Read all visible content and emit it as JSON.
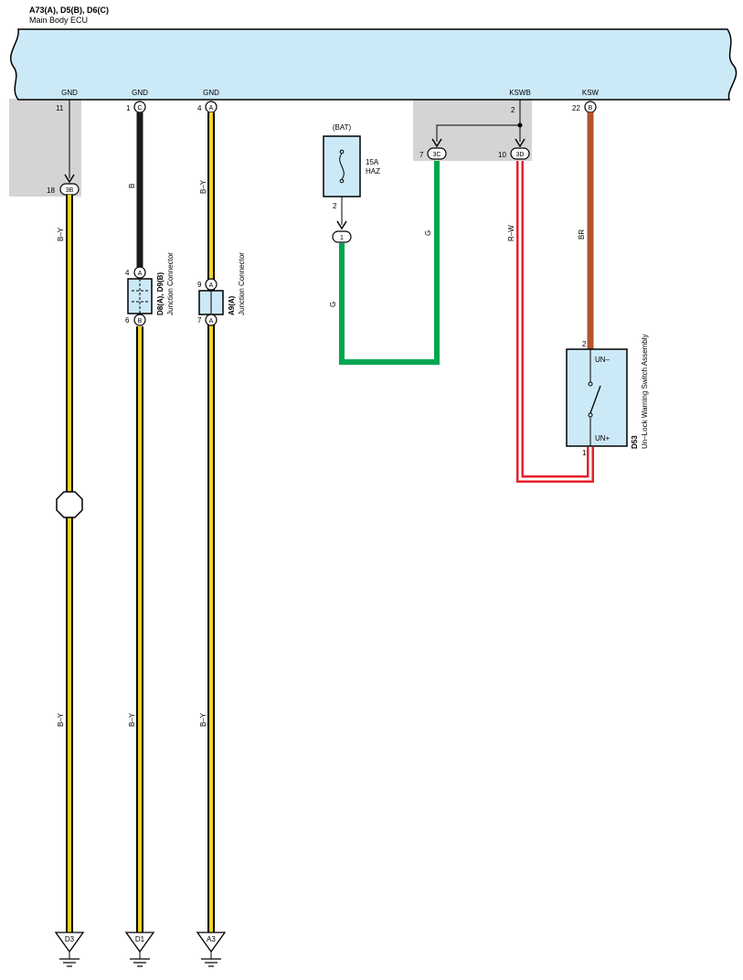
{
  "header": {
    "connector_codes": "A73(A), D5(B), D6(C)",
    "ecu_name": "Main Body ECU"
  },
  "ecu_pins": [
    {
      "key": "gnd1",
      "label": "GND",
      "pin": "11"
    },
    {
      "key": "gnd2",
      "label": "GND",
      "pin": "1",
      "connector": "C"
    },
    {
      "key": "gnd3",
      "label": "GND",
      "pin": "4",
      "connector": "A"
    },
    {
      "key": "kswb",
      "label": "KSWB",
      "pin": "2"
    },
    {
      "key": "ksw",
      "label": "KSW",
      "pin": "22",
      "connector": "B"
    }
  ],
  "sub_connectors": [
    {
      "pin": "18",
      "code": "3B"
    },
    {
      "pin": "7",
      "code": "3C"
    },
    {
      "pin": "10",
      "code": "3D"
    }
  ],
  "fuse": {
    "source": "(BAT)",
    "rating": "15A",
    "name": "HAZ",
    "pin_out": "2",
    "terminal": "1"
  },
  "junction_d8_d9": {
    "codes": "D8(A), D9(B)",
    "name": "Junction Connector",
    "top_pin": "4",
    "top_conn": "A",
    "bottom_pin": "6",
    "bottom_conn": "B"
  },
  "junction_a9": {
    "codes": "A9(A)",
    "name": "Junction Connector",
    "top_pin": "9",
    "top_conn": "A",
    "bottom_pin": "7",
    "bottom_conn": "A"
  },
  "switch": {
    "code": "D53",
    "name": "Un–Lock Warning Switch Assembly",
    "term_top": "UN–",
    "term_bottom": "UN+",
    "pin_top": "2",
    "pin_bottom": "1"
  },
  "wire_labels": {
    "w1_upper": "B–Y",
    "w1_lower": "B–Y",
    "w2_upper": "B",
    "w2_lower": "B–Y",
    "w3_upper": "B–Y",
    "w3_lower": "B–Y",
    "green_left": "G",
    "green_right": "G",
    "red": "R–W",
    "brown": "BR"
  },
  "grounds": [
    "D3",
    "D1",
    "A3"
  ],
  "colors": {
    "ecu_fill": "#cce9f7",
    "shade": "#d4d4d4",
    "wire_yellow": "#f2d32b",
    "wire_black": "#1a1a1a",
    "wire_green": "#00a651",
    "wire_red": "#e5202e",
    "wire_brown": "#b5532b",
    "component_fill": "#cce9f7"
  }
}
